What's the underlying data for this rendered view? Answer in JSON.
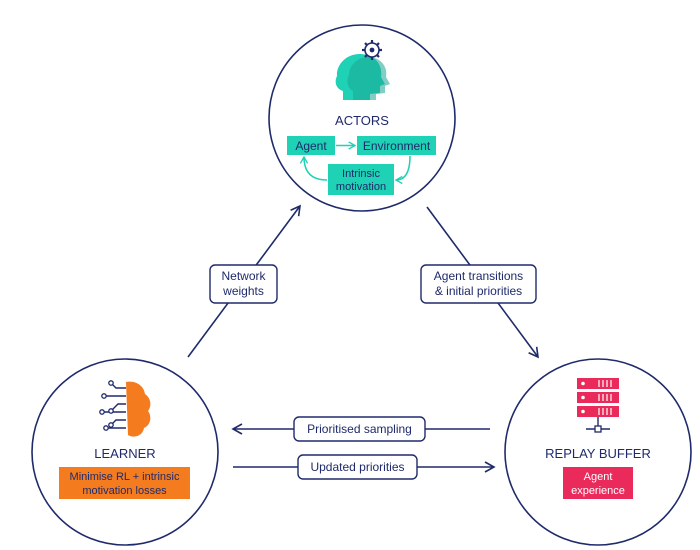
{
  "actors": {
    "title": "ACTORS",
    "agent": "Agent",
    "environment": "Environment",
    "intrinsic_line1": "Intrinsic",
    "intrinsic_line2": "motivation"
  },
  "learner": {
    "title": "LEARNER",
    "loss_line1": "Minimise RL + intrinsic",
    "loss_line2": "motivation losses"
  },
  "replay_buffer": {
    "title": "REPLAY BUFFER",
    "experience_line1": "Agent",
    "experience_line2": "experience"
  },
  "edges": {
    "network_weights_line1": "Network",
    "network_weights_line2": "weights",
    "agent_transitions_line1": "Agent transitions",
    "agent_transitions_line2": "& initial priorities",
    "prioritised_sampling": "Prioritised sampling",
    "updated_priorities": "Updated priorities"
  },
  "colors": {
    "navy": "#1f2a6b",
    "teal": "#1fd1b5",
    "orange": "#f47c1f",
    "pink": "#ea2a5a"
  },
  "icons": {
    "actors": "head-with-gear-icon",
    "learner": "brain-circuit-icon",
    "replay_buffer": "server-stack-icon"
  }
}
